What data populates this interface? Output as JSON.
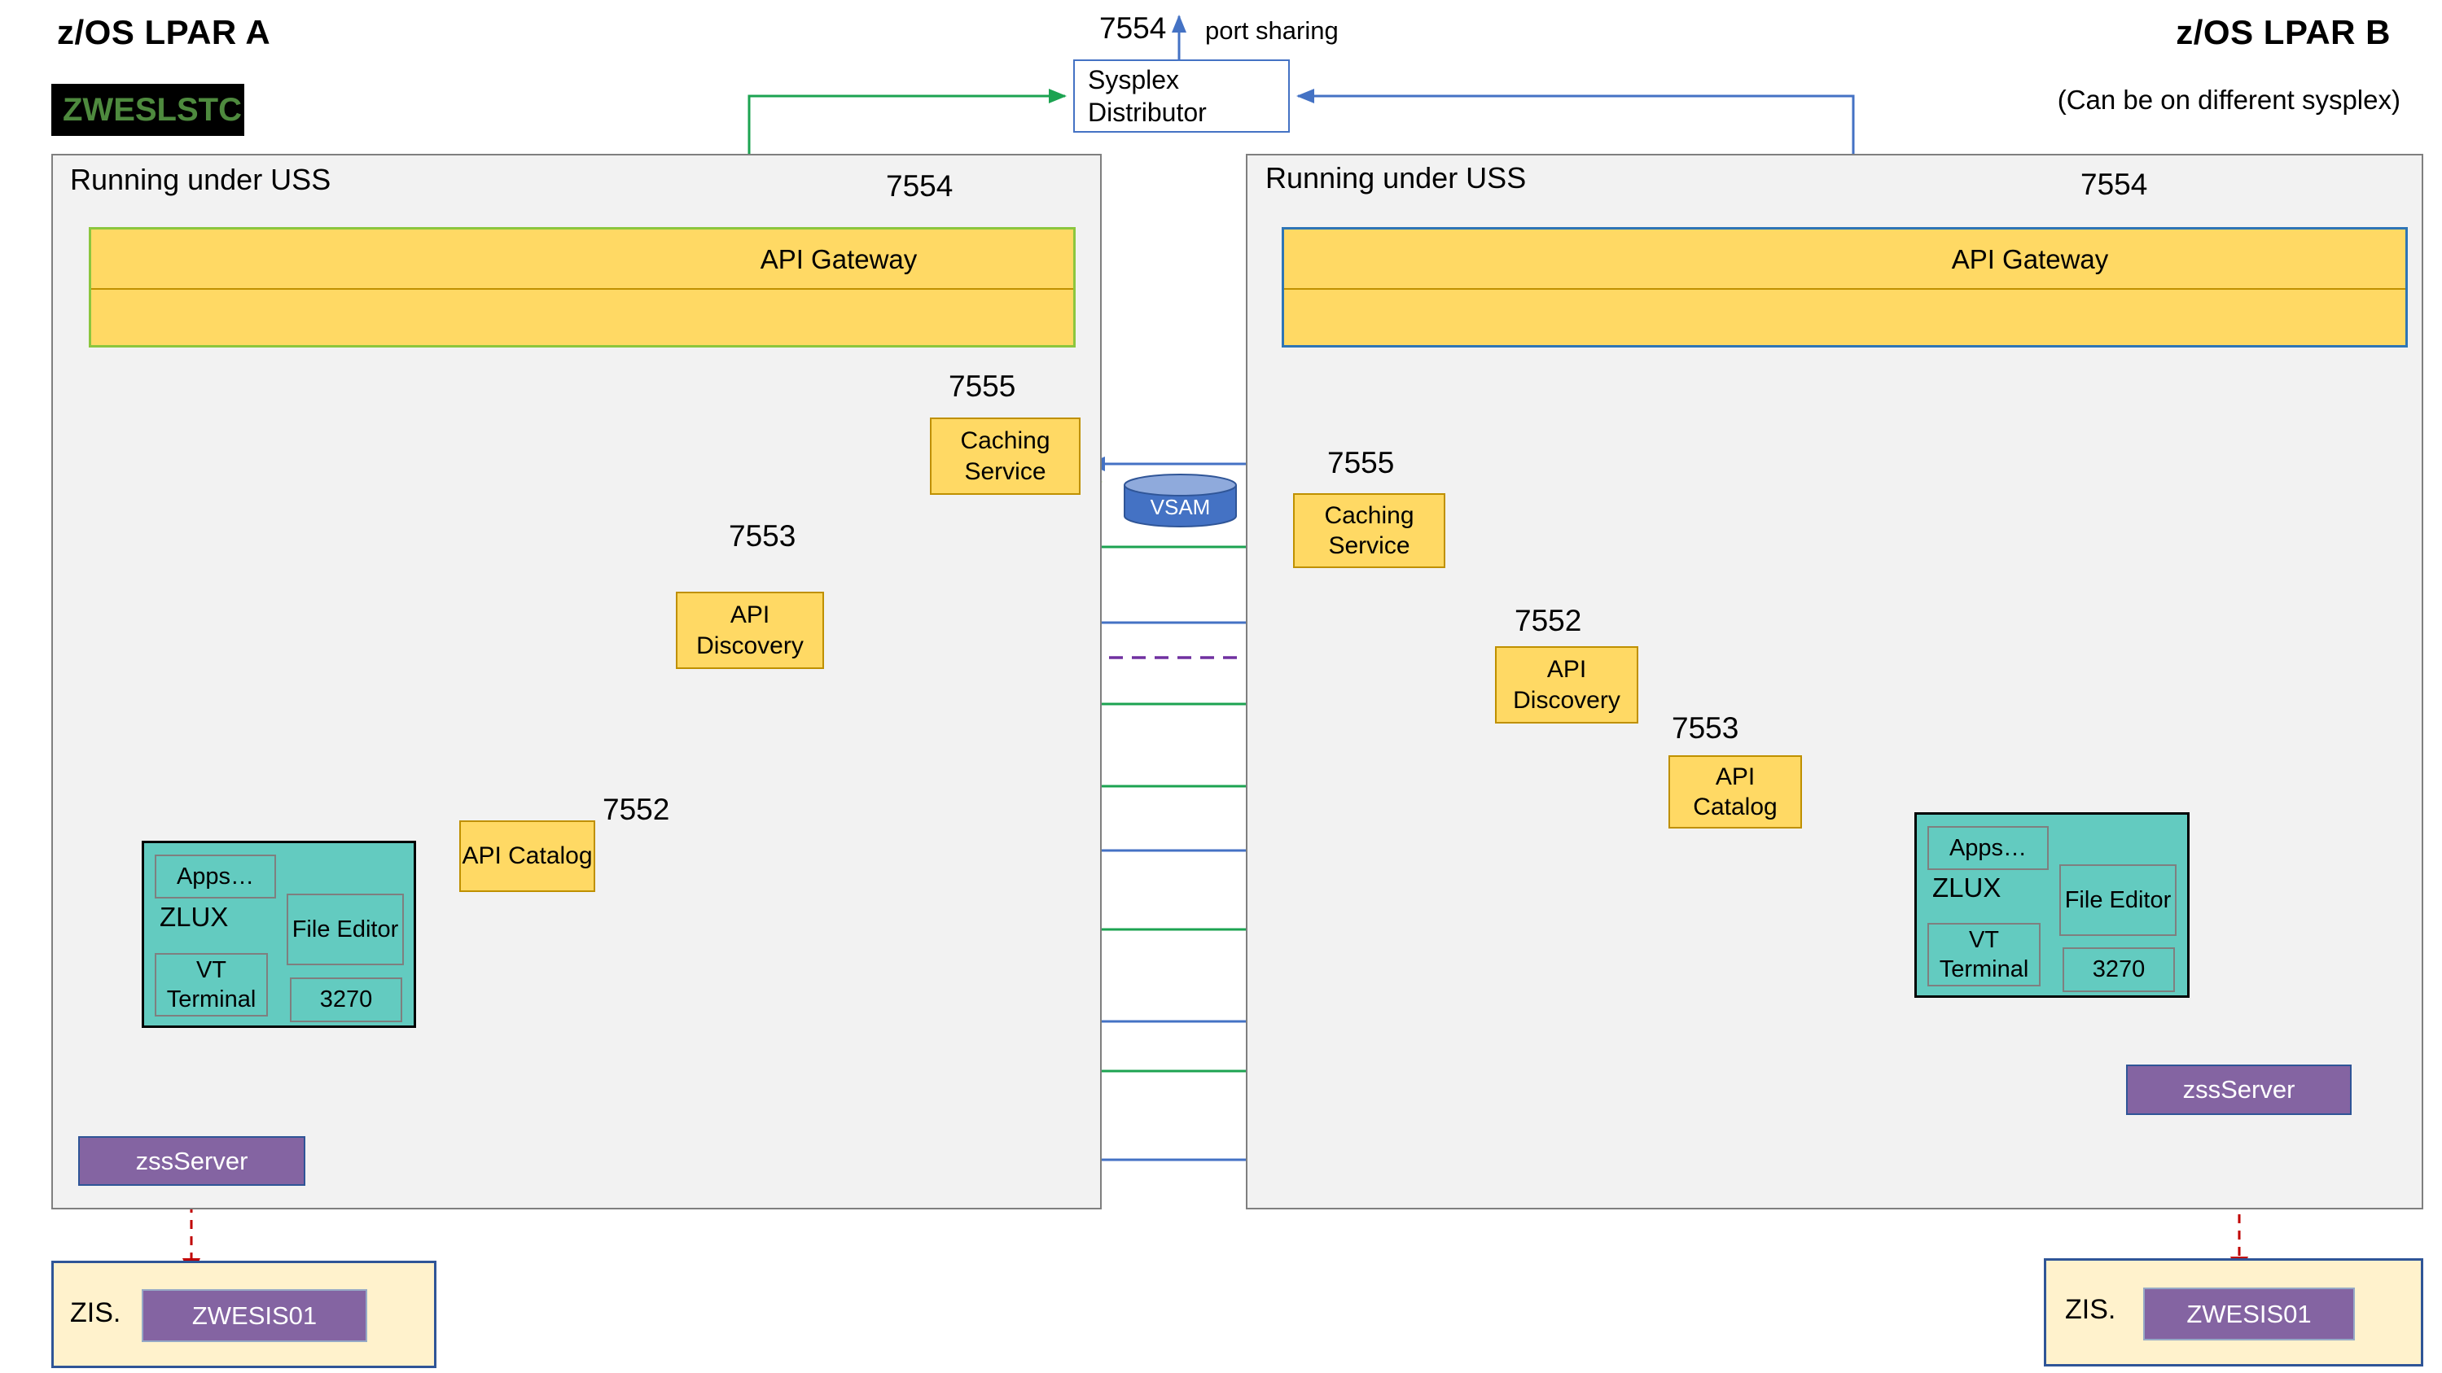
{
  "lpar_a": {
    "title": "z/OS LPAR A",
    "stc_badge": "ZWESLSTC",
    "uss_header": "Running under USS",
    "gateway_port": "7554",
    "gateway_label": "API Gateway",
    "caching_port": "7555",
    "caching_label": "Caching Service",
    "discovery_port": "7553",
    "discovery_label": "API Discovery",
    "catalog_port": "7552",
    "catalog_label": "API Catalog",
    "zlux": {
      "label": "ZLUX",
      "apps": "Apps…",
      "file_editor": "File Editor",
      "vt_terminal": "VT Terminal",
      "terminal_3270": "3270"
    },
    "zss_label": "zssServer",
    "zis_label": "ZIS.",
    "zis_module": "ZWESIS01"
  },
  "lpar_b": {
    "title": "z/OS LPAR B",
    "subtitle": "(Can be on different sysplex)",
    "uss_header": "Running under USS",
    "gateway_port": "7554",
    "gateway_label": "API Gateway",
    "caching_port": "7555",
    "caching_label": "Caching Service",
    "discovery_port": "7552",
    "discovery_label": "API Discovery",
    "catalog_port": "7553",
    "catalog_label": "API Catalog",
    "zlux": {
      "label": "ZLUX",
      "apps": "Apps…",
      "file_editor": "File Editor",
      "vt_terminal": "VT Terminal",
      "terminal_3270": "3270"
    },
    "zss_label": "zssServer",
    "zis_label": "ZIS.",
    "zis_module": "ZWESIS01"
  },
  "distributor": {
    "label": "Sysplex Distributor",
    "port": "7554",
    "note": "port sharing"
  },
  "vsam_label": "VSAM",
  "colors": {
    "green_line": "#1CA351",
    "light_green": "#92D050",
    "blue_line": "#4472C4",
    "purple_dashed": "#7030A0",
    "red_dashed": "#C00000",
    "service_yellow": "#FFD964",
    "zlux_teal": "#63CBC0",
    "server_purple": "#8464A2",
    "zis_cream": "#FFF2CC"
  }
}
